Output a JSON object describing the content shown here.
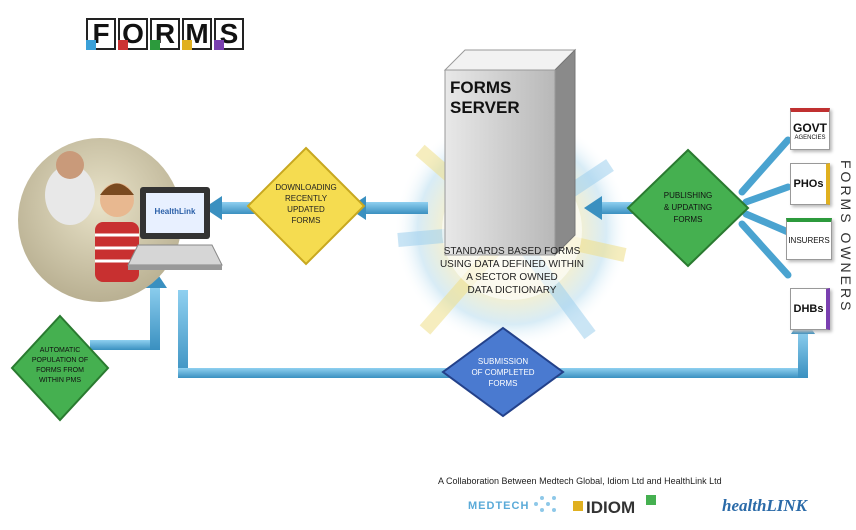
{
  "logo": {
    "letters": [
      "F",
      "O",
      "R",
      "M",
      "S"
    ]
  },
  "server": {
    "label_line1": "FORMS",
    "label_line2": "SERVER"
  },
  "center_caption": [
    "STANDARDS BASED FORMS",
    "USING DATA DEFINED WITHIN",
    "A SECTOR OWNED",
    "DATA DICTIONARY"
  ],
  "diamonds": {
    "downloading": [
      "DOWNLOADING",
      "RECENTLY",
      "UPDATED",
      "FORMS"
    ],
    "publishing": [
      "PUBLISHING",
      "& UPDATING",
      "FORMS"
    ],
    "automatic": [
      "AUTOMATIC",
      "POPULATION OF",
      "FORMS FROM",
      "WITHIN PMS"
    ],
    "submission": [
      "SUBMISSION",
      "OF COMPLETED",
      "FORMS"
    ]
  },
  "laptop_screen_text": "HealthLink",
  "owners": {
    "vertical_label": "FORMS OWNERS",
    "items": [
      {
        "label": "GOVT",
        "sublabel": "AGENCIES",
        "accent": "#c03030"
      },
      {
        "label": "PHOs",
        "sublabel": "",
        "accent": "#e0b020"
      },
      {
        "label": "INSURERS",
        "sublabel": "",
        "accent": "#2c9a3c"
      },
      {
        "label": "DHBs",
        "sublabel": "",
        "accent": "#7a3fb0"
      }
    ]
  },
  "footer": {
    "collaboration": "A Collaboration Between Medtech Global, Idiom Ltd and HealthLink Ltd",
    "logos": [
      "MEDTECH",
      "IDIOM",
      "healthLINK"
    ]
  },
  "colors": {
    "arrow_blue": "#4aa3d0",
    "diamond_yellow": "#f0d040",
    "diamond_green": "#3aa048",
    "diamond_blue": "#3a6ec8"
  }
}
